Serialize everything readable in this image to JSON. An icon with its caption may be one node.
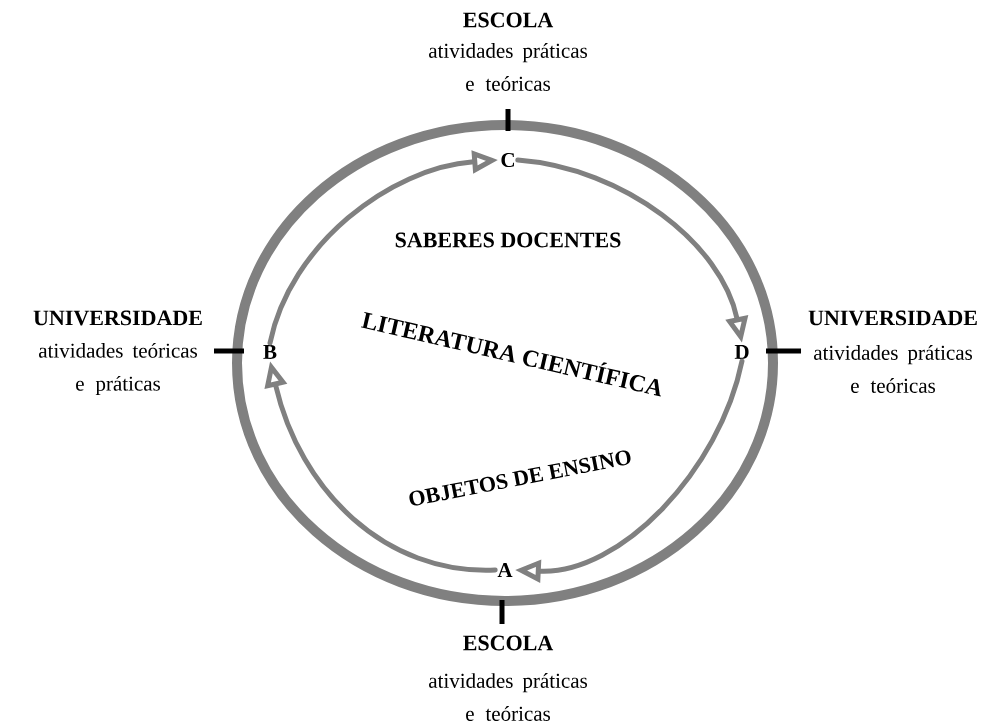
{
  "diagram": {
    "nodes": [
      {
        "text": [
          "C"
        ],
        "beside": [
          "ESCOLA",
          "atividades práticas e teóricas"
        ]
      },
      {
        "text": [
          "B"
        ],
        "beside": [
          "UNIVERSIDADE",
          "atividades teóricas e práticas"
        ]
      },
      {
        "text": [
          "D"
        ],
        "beside": [
          "UNIVERSIDADE",
          "atividades práticas e teóricas"
        ]
      },
      {
        "text": [
          "A"
        ],
        "beside": [
          "ESCOLA",
          "atividades práticas e teóricas"
        ]
      }
    ],
    "edges": [
      {
        "from": 3,
        "to": 1,
        "arrow": "to"
      },
      {
        "from": 1,
        "to": 0,
        "arrow": "to"
      },
      {
        "from": 0,
        "to": 2,
        "arrow": "to"
      },
      {
        "from": 2,
        "to": 3,
        "arrow": "to"
      }
    ],
    "labels": [
      "SABERES DOCENTES",
      "LITERATURA CIENTÍFICA",
      "OBJETOS DE ENSINO"
    ]
  }
}
